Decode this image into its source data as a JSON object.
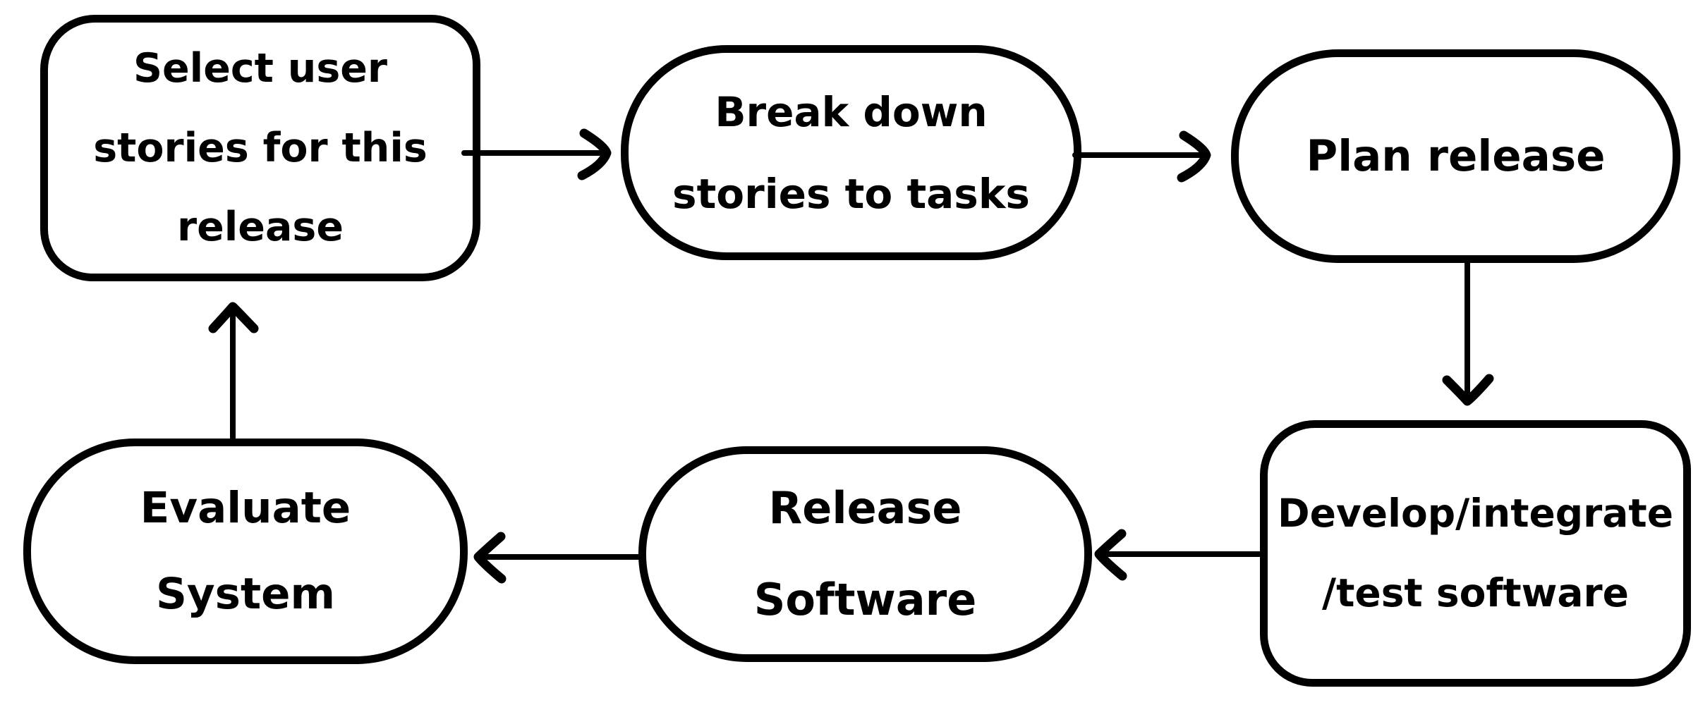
{
  "diagram": {
    "colors": {
      "ink": "#000000",
      "background": "#ffffff"
    },
    "nodes": [
      {
        "id": "select-user-stories",
        "shape": "rounded-rect",
        "lines": [
          "Select user",
          "stories for this",
          "release"
        ]
      },
      {
        "id": "break-down-stories",
        "shape": "stadium",
        "lines": [
          "Break down",
          "stories to tasks"
        ]
      },
      {
        "id": "plan-release",
        "shape": "stadium",
        "lines": [
          "Plan release"
        ]
      },
      {
        "id": "develop-integrate-test",
        "shape": "rounded-rect",
        "lines": [
          "Develop/integrate",
          "/test software"
        ]
      },
      {
        "id": "release-software",
        "shape": "stadium",
        "lines": [
          "Release",
          "Software"
        ]
      },
      {
        "id": "evaluate-system",
        "shape": "stadium",
        "lines": [
          "Evaluate",
          "System"
        ]
      }
    ],
    "edges": [
      {
        "from": "select-user-stories",
        "to": "break-down-stories"
      },
      {
        "from": "break-down-stories",
        "to": "plan-release"
      },
      {
        "from": "plan-release",
        "to": "develop-integrate-test"
      },
      {
        "from": "develop-integrate-test",
        "to": "release-software"
      },
      {
        "from": "release-software",
        "to": "evaluate-system"
      },
      {
        "from": "evaluate-system",
        "to": "select-user-stories"
      }
    ]
  }
}
